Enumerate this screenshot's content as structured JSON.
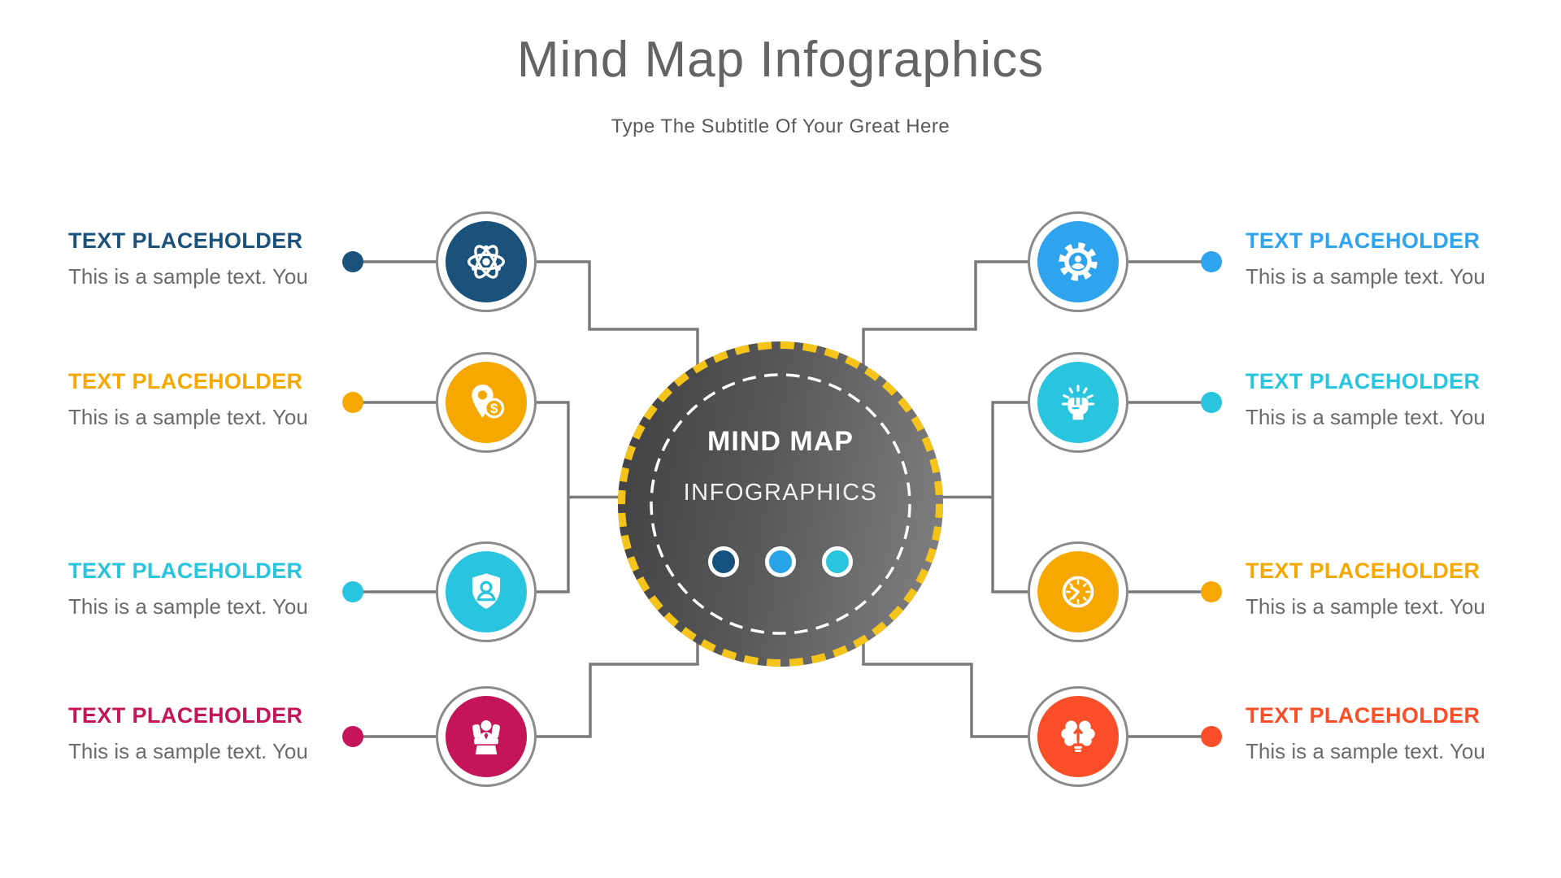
{
  "header": {
    "title": "Mind Map Infographics",
    "subtitle": "Type The Subtitle Of Your Great Here"
  },
  "center": {
    "title": "MIND MAP",
    "subtitle": "INFOGRAPHICS",
    "border_dash_color": "#F4C41B",
    "dot_colors": [
      "#15517E",
      "#29A3E8",
      "#29C4DD"
    ]
  },
  "left_items": [
    {
      "heading": "TEXT PLACEHOLDER",
      "body": "This is a sample text. You",
      "color": "#1B527C",
      "icon": "atom-icon"
    },
    {
      "heading": "TEXT PLACEHOLDER",
      "body": "This is a sample text. You",
      "color": "#F5A800",
      "icon": "location-dollar-icon"
    },
    {
      "heading": "TEXT PLACEHOLDER",
      "body": "This is a sample text. You",
      "color": "#29C5DE",
      "icon": "shield-user-icon"
    },
    {
      "heading": "TEXT PLACEHOLDER",
      "body": "This is a sample text. You",
      "color": "#C31557",
      "icon": "speaker-desk-icon"
    }
  ],
  "right_items": [
    {
      "heading": "TEXT PLACEHOLDER",
      "body": "This is a sample text. You",
      "color": "#2EA3EE",
      "icon": "gear-user-icon"
    },
    {
      "heading": "TEXT PLACEHOLDER",
      "body": "This is a sample text. You",
      "color": "#29C5DE",
      "icon": "fist-rays-icon"
    },
    {
      "heading": "TEXT PLACEHOLDER",
      "body": "This is a sample text. You",
      "color": "#F5A800",
      "icon": "clock-icon"
    },
    {
      "heading": "TEXT PLACEHOLDER",
      "body": "This is a sample text. You",
      "color": "#F94E28",
      "icon": "brain-arrow-icon"
    }
  ],
  "connector_color": "#7A7A7A"
}
